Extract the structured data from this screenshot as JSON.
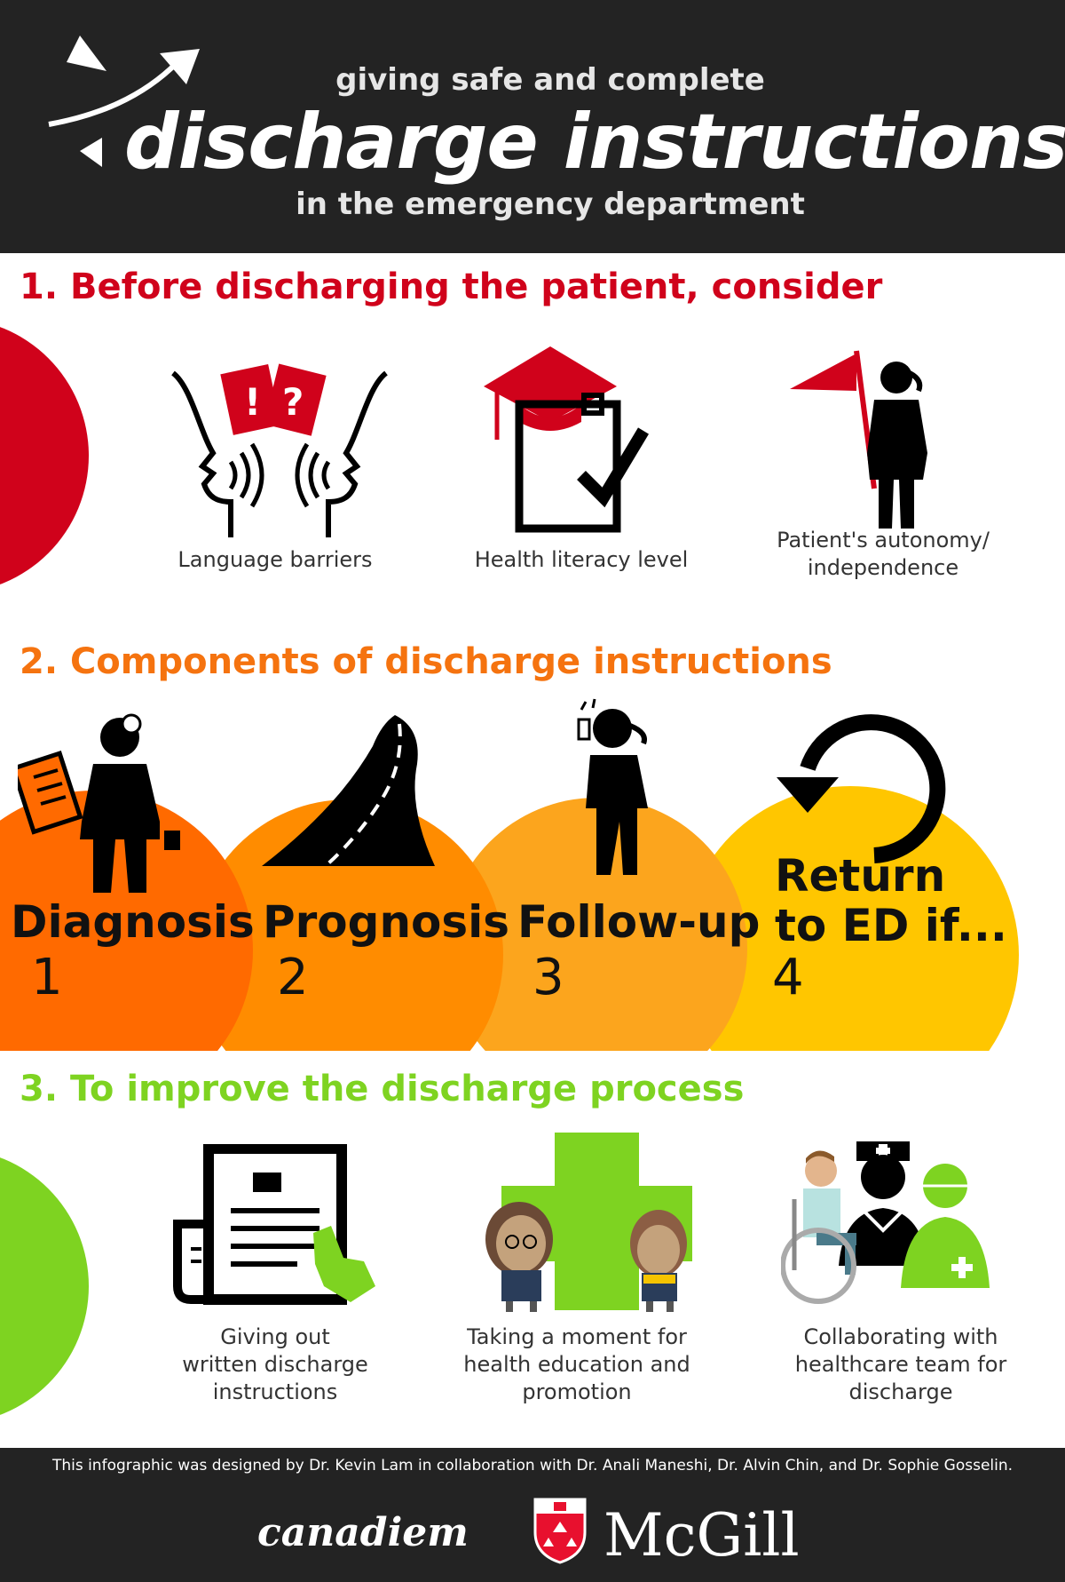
{
  "header": {
    "kicker": "giving safe and complete",
    "title": "discharge instructions",
    "subtitle": "in the emergency department"
  },
  "section1": {
    "heading": "1. Before discharging the patient, consider",
    "color": "#d0021b",
    "items": [
      {
        "label": "Language barriers",
        "icon": "speaking-heads-icon"
      },
      {
        "label": "Health literacy level",
        "icon": "graduation-clipboard-icon"
      },
      {
        "label": "Patient's autonomy/\nindependence",
        "icon": "person-flag-icon"
      }
    ]
  },
  "section2": {
    "heading": "2. Components of discharge instructions",
    "color": "#f5730f",
    "items": [
      {
        "label": "Diagnosis",
        "number": "1",
        "color": "#ff6a00",
        "icon": "doctor-clipboard-icon"
      },
      {
        "label": "Prognosis",
        "number": "2",
        "color": "#ff8c00",
        "icon": "road-icon"
      },
      {
        "label": "Follow-up",
        "number": "3",
        "color": "#fca51d",
        "icon": "phone-call-icon"
      },
      {
        "label": "Return\nto ED if...",
        "number": "4",
        "color": "#ffc600",
        "icon": "return-arrow-icon"
      }
    ]
  },
  "section3": {
    "heading": "3. To improve the discharge process",
    "color": "#7ed321",
    "items": [
      {
        "label": "Giving out\nwritten discharge\ninstructions",
        "icon": "document-hand-icon"
      },
      {
        "label": "Taking a moment for\nhealth education and\npromotion",
        "icon": "health-education-icon"
      },
      {
        "label": "Collaborating with\nhealthcare team for\ndischarge",
        "icon": "healthcare-team-icon"
      }
    ]
  },
  "footer": {
    "credit": "This infographic was designed by Dr. Kevin Lam in collaboration with Dr. Anali Maneshi, Dr. Alvin Chin, and Dr. Sophie Gosselin.",
    "logo_left": "canadiem",
    "logo_right": "McGill"
  }
}
